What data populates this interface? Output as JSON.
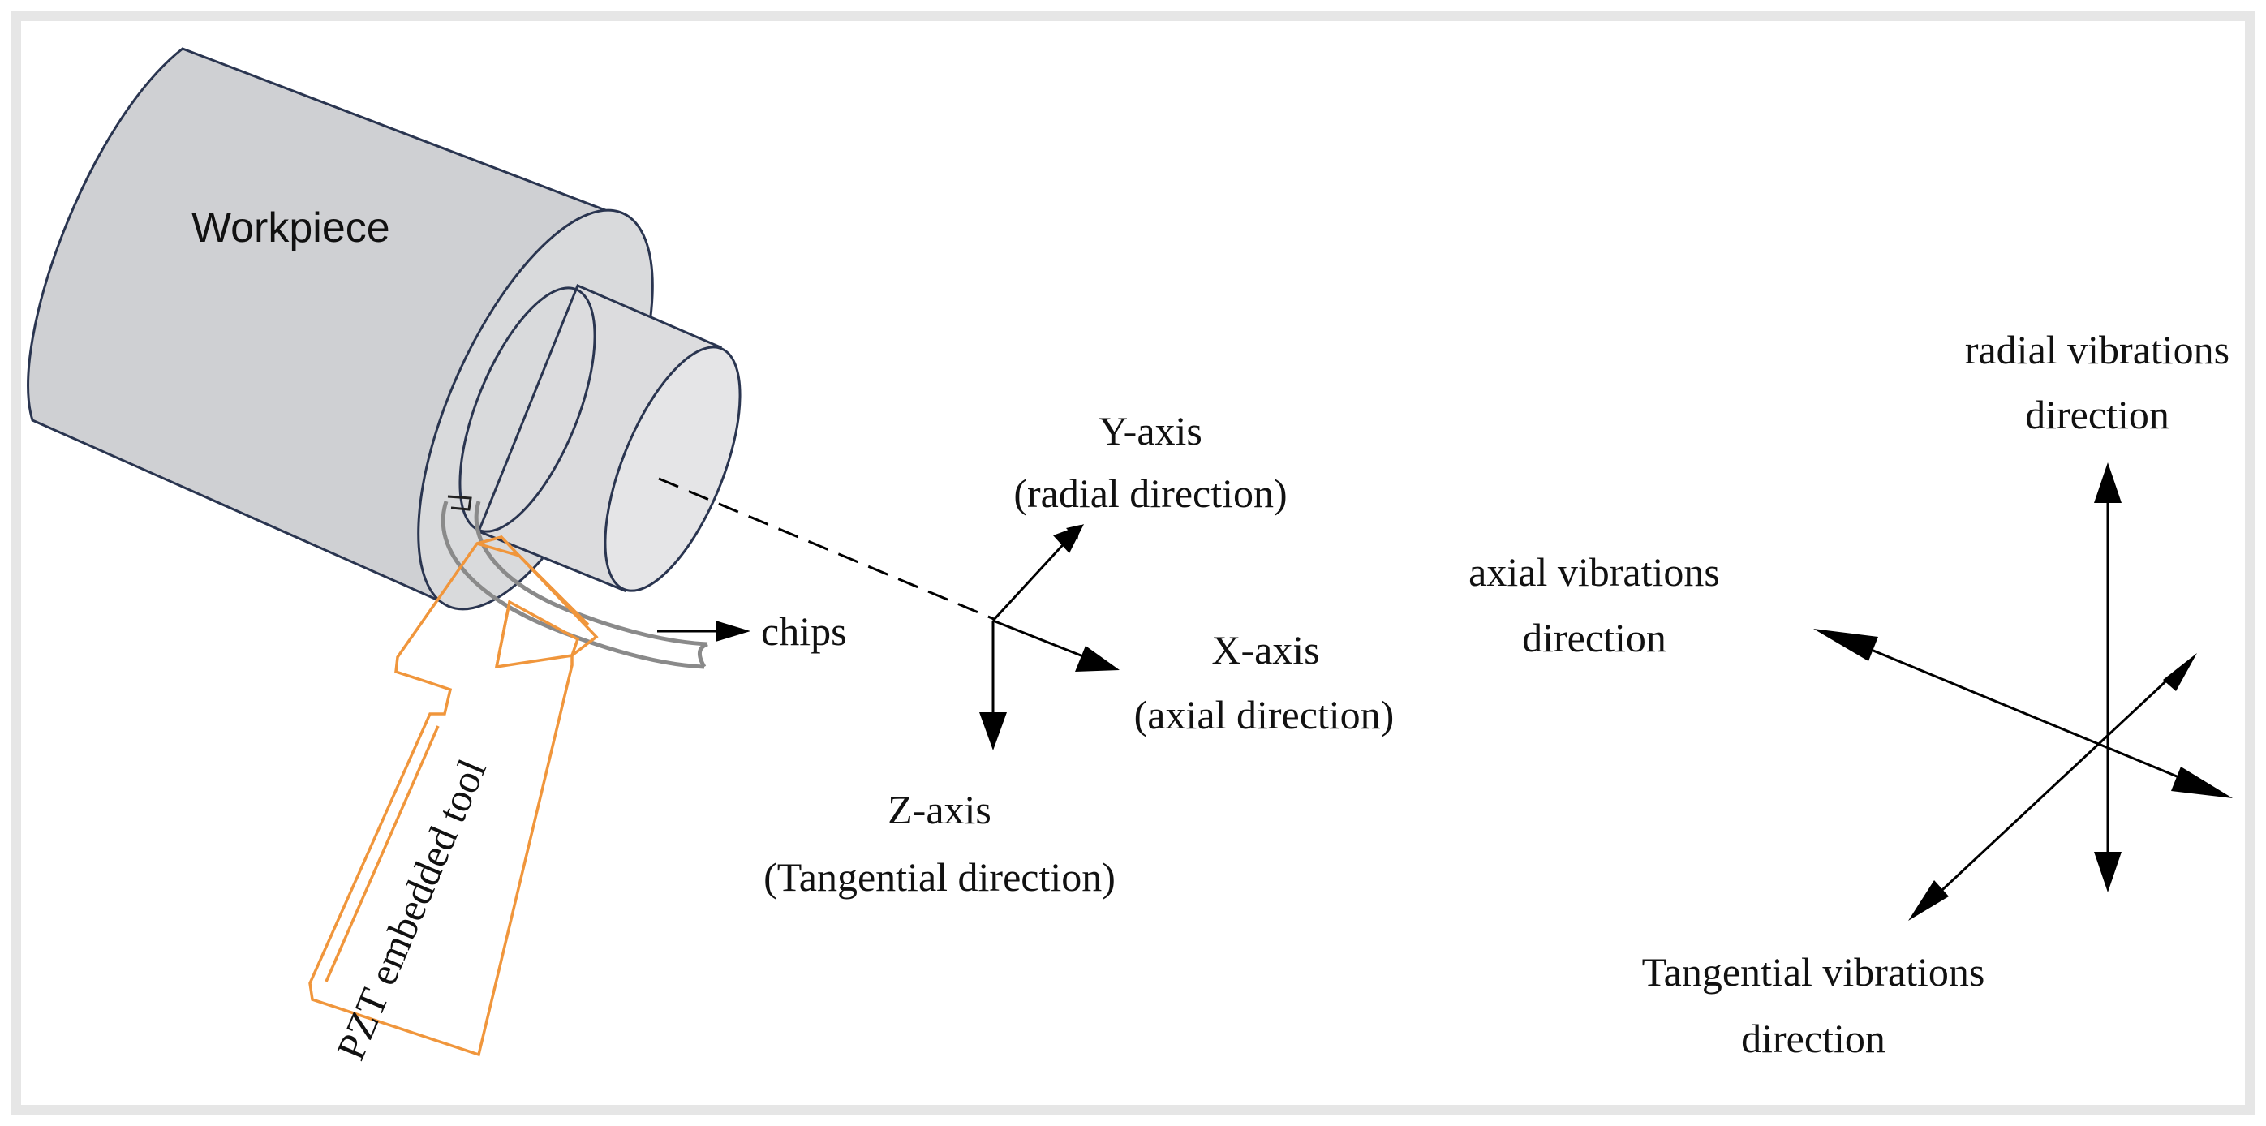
{
  "labels": {
    "workpiece": "Workpiece",
    "chips": "chips",
    "tool": "PZT embedded tool",
    "y_axis": "Y-axis",
    "y_axis_sub": "(radial direction)",
    "x_axis": "X-axis",
    "x_axis_sub": "(axial direction)",
    "z_axis": "Z-axis",
    "z_axis_sub": "(Tangential direction)",
    "axial_vib_1": "axial vibrations",
    "axial_vib_2": "direction",
    "radial_vib_1": "radial vibrations",
    "radial_vib_2": "direction",
    "tang_vib_1": "Tangential vibrations",
    "tang_vib_2": "direction"
  },
  "colors": {
    "workpiece_fill": "#cfd0d3",
    "workpiece_face": "#e3e3e5",
    "workpiece_stroke": "#2a3550",
    "tool_stroke": "#f0963c",
    "chip_stroke": "#8a8a8a",
    "arrow": "#000000",
    "frame_border": "#e6e6e6"
  }
}
